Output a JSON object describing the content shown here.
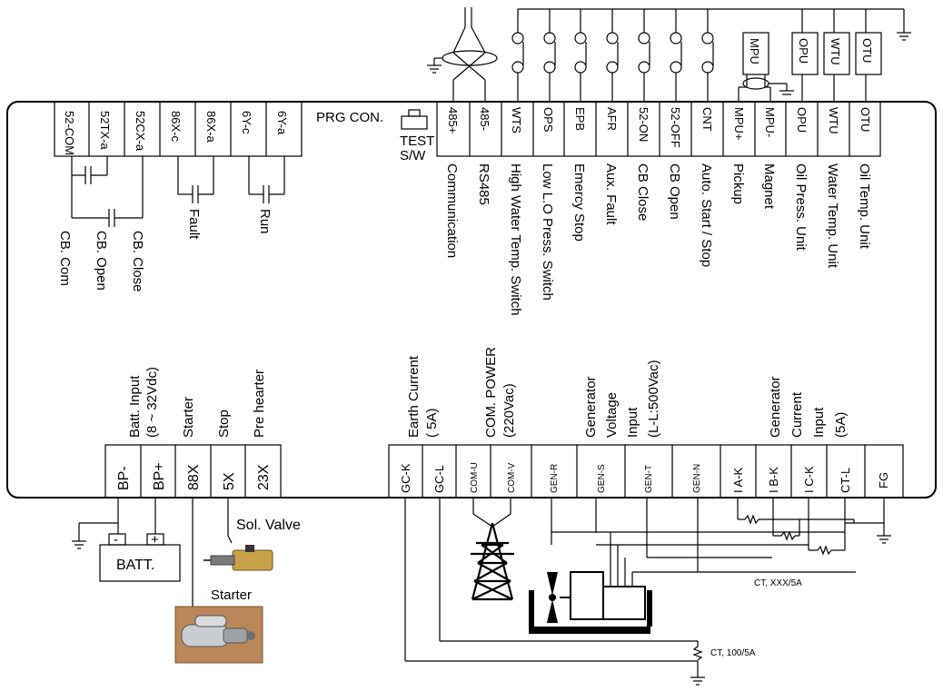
{
  "top_left_terminals": [
    "52-COM",
    "52TX-a",
    "52CX-a",
    "86X-c",
    "86X-a",
    "6Y-c",
    "6Y-a"
  ],
  "top_left_labels": {
    "cb_com": "CB. Com",
    "cb_open": "CB. Open",
    "cb_close": "CB. Close",
    "fault": "Fault",
    "run": "Run"
  },
  "prg_con": "PRG CON.",
  "test_sw": [
    "TEST",
    "S/W"
  ],
  "top_right_terminals": [
    "485+",
    "485-",
    "WTS",
    "OPS",
    "EPB",
    "AFR",
    "52-ON",
    "52-OFF",
    "CNT",
    "MPU+",
    "MPU-",
    "OPU",
    "WTU",
    "OTU"
  ],
  "top_right_labels": [
    "Communication",
    "RS485",
    "High Water Temp. Switch",
    "Low L.O Press. Switch",
    "Emercy Stop",
    "Aux. Fault",
    "CB Close",
    "CB Open",
    "Auto. Start / Stop",
    "Pickup",
    "Magnet",
    "Oil Press. Unit",
    "Water Temp. Unit",
    "Oil Temp. Unit"
  ],
  "sensor_boxes": [
    "MPU",
    "OPU",
    "WTU",
    "OTU"
  ],
  "bottom_left_terminals": [
    "BP-",
    "BP+",
    "88X",
    "5X",
    "23X"
  ],
  "bottom_left_labels": [
    "Batt. Input",
    "(8 ~ 32Vdc)",
    "Starter",
    "Stop",
    "Pre hearter"
  ],
  "bottom_right_terminals": [
    "GC-K",
    "GC-L",
    "COM-U",
    "COM-V",
    "GEN-R",
    "GEN-S",
    "GEN-T",
    "GEN-N",
    "I A-K",
    "I B-K",
    "I C-K",
    "CT-L",
    "FG"
  ],
  "bottom_right_labels": {
    "earth": [
      "Earth Current",
      "( 5A)"
    ],
    "com_power": [
      "COM. POWER",
      "(220Vac)"
    ],
    "gen_voltage": [
      "Generator",
      "Voltage",
      "Input",
      "(L-L:500Vac)"
    ],
    "gen_current": [
      "Generator",
      "Current",
      "Input",
      "(5A)"
    ]
  },
  "peripherals": {
    "batt": "BATT.",
    "minus": "-",
    "plus": "+",
    "sol_valve": "Sol. Valve",
    "starter": "Starter",
    "ct_xxx": "CT, XXX/5A",
    "ct_100": "CT, 100/5A"
  }
}
